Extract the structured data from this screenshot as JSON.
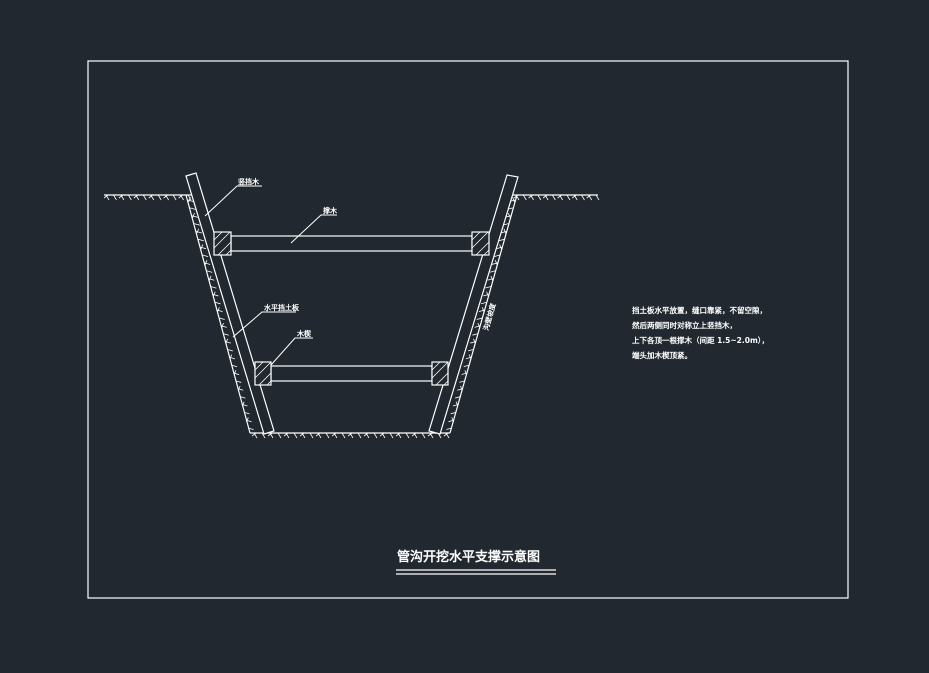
{
  "drawing": {
    "title": "管沟开挖水平支撑示意图",
    "labels": {
      "vertical_timber": "竖挡木",
      "strut": "撑木",
      "horizontal_board": "水平挡土板",
      "wedge": "木楔",
      "slope": "沟壁坡度"
    },
    "notes": [
      "挡土板水平放置，缝口靠紧，不留空隙，",
      "然后两侧同时对称立上竖挡木，",
      "上下各顶一根撑木（间距 1.5~2.0m），",
      "端头加木楔顶紧。"
    ]
  },
  "colors": {
    "background": "#212830",
    "line": "#ffffff"
  }
}
